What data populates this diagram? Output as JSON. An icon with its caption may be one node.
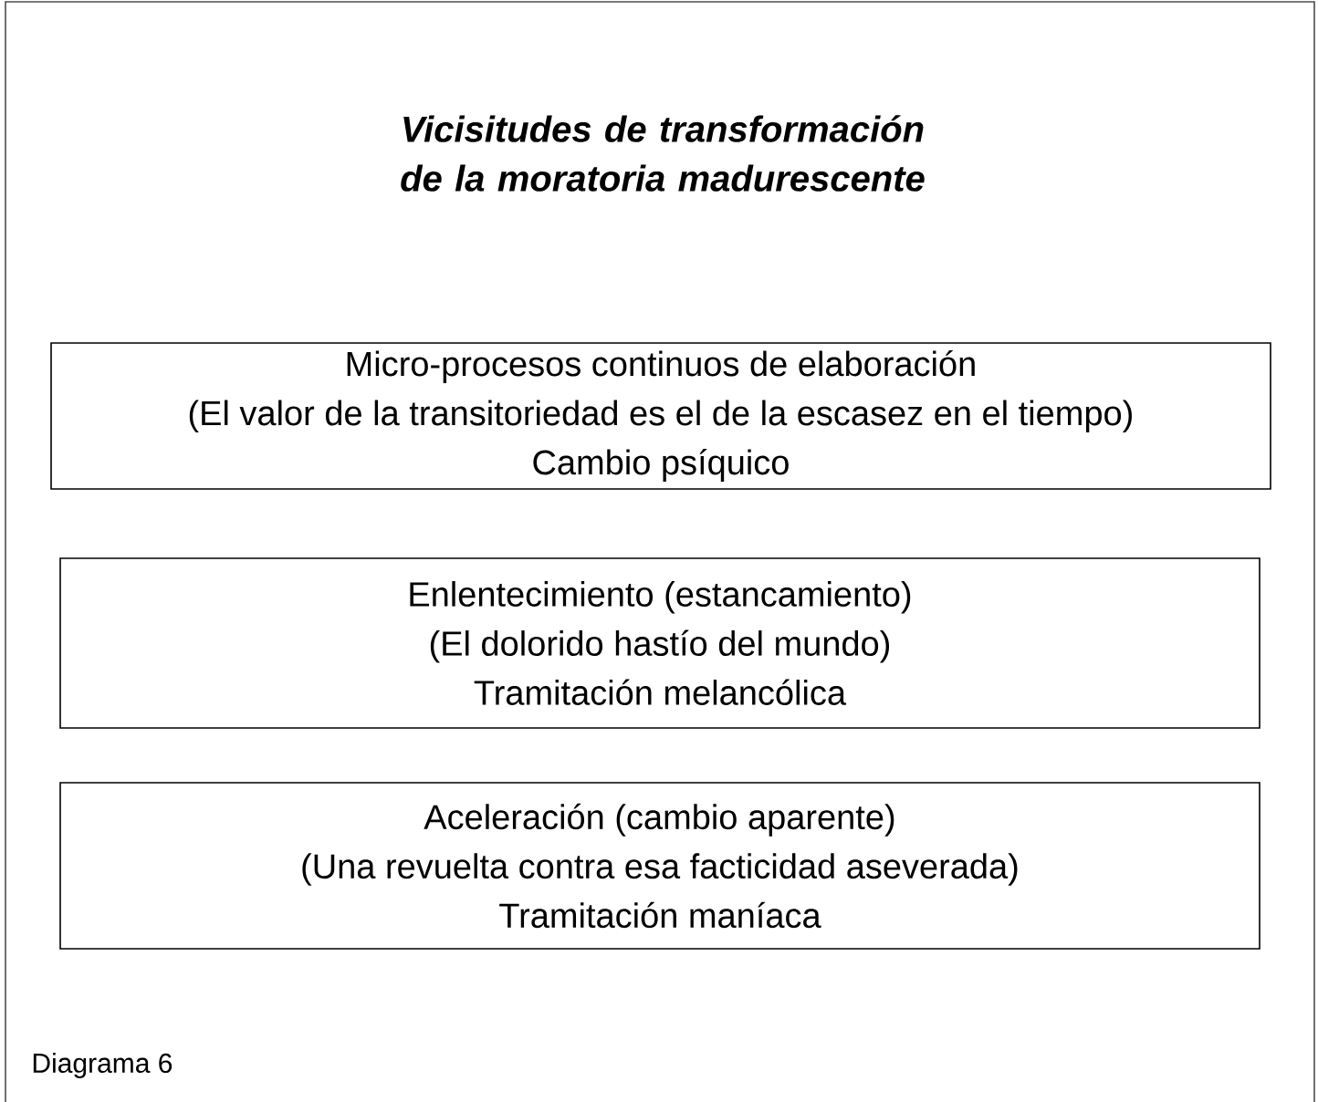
{
  "diagram": {
    "title": "Vicisitudes de transformación de la moratoria madurescente",
    "nodes": [
      {
        "text": [
          "Micro-procesos continuos de elaboración",
          "(El valor de la transitoriedad es el de la escasez en el tiempo)",
          "Cambio psíquico"
        ]
      },
      {
        "text": [
          "Enlentecimiento (estancamiento)",
          "(El dolorido hastío del mundo)",
          "Tramitación melancólica"
        ]
      },
      {
        "text": [
          "Aceleración (cambio aparente)",
          "(Una revuelta contra esa facticidad aseverada)",
          "Tramitación maníaca"
        ]
      }
    ],
    "labels": [
      "Diagrama 6"
    ]
  }
}
